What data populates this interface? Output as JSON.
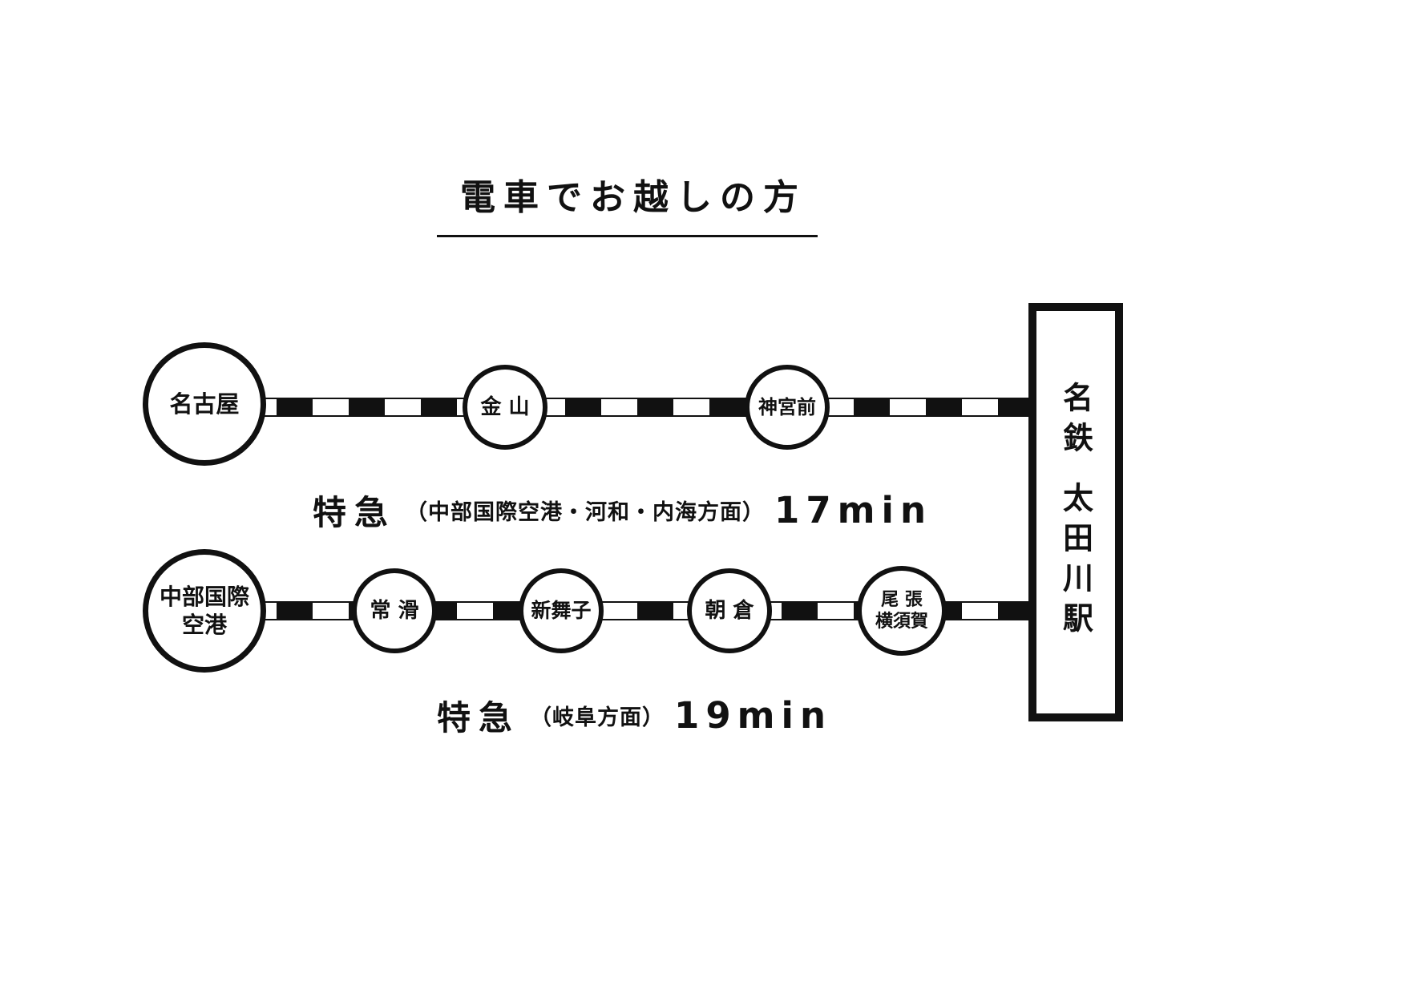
{
  "title": "電車でお越しの方",
  "destination": {
    "name": "名鉄 太田川駅"
  },
  "routes": [
    {
      "stations": [
        {
          "lines": [
            "名古屋"
          ]
        },
        {
          "lines": [
            "金 山"
          ]
        },
        {
          "lines": [
            "神宮前"
          ]
        }
      ],
      "caption": {
        "train_type": "特急",
        "via": "（中部国際空港・河和・内海方面）",
        "duration": "17min"
      }
    },
    {
      "stations": [
        {
          "lines": [
            "中部国際",
            "空港"
          ]
        },
        {
          "lines": [
            "常 滑"
          ]
        },
        {
          "lines": [
            "新舞子"
          ]
        },
        {
          "lines": [
            "朝 倉"
          ]
        },
        {
          "lines": [
            "尾 張",
            "横須賀"
          ]
        }
      ],
      "caption": {
        "train_type": "特急",
        "via": "（岐阜方面）",
        "duration": "19min"
      }
    }
  ],
  "colors": {
    "ink": "#111111",
    "background": "#ffffff"
  }
}
